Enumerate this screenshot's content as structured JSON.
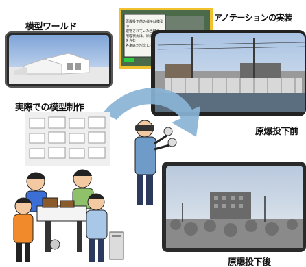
{
  "labels": {
    "model_world": "模型ワールド",
    "annotation": "アノテーションの実装",
    "real_model": "実際での模型制作",
    "before_bombing": "原爆投下前",
    "after_bombing": "原爆投下後"
  },
  "annotation_popup": {
    "text_lines": [
      "原爆投下前の様子は模型の",
      "建物されていた当時の",
      "地理状況は、原爆ドームを含む",
      "各家庭が形成していた"
    ]
  },
  "colors": {
    "accent_frame": "#f2c12e",
    "arrow": "#8ab3d6",
    "sky": "#b9c9dd"
  }
}
